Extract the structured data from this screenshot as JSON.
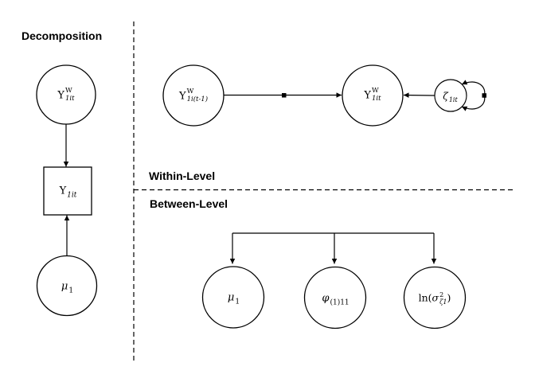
{
  "colors": {
    "ink": "#000000",
    "background": "#ffffff"
  },
  "titles": {
    "decomposition": "Decomposition",
    "within": "Within-Level",
    "between": "Between-Level"
  },
  "nodes": {
    "decomp_y_within": {
      "base": "Y",
      "sup": "W",
      "sub": "1it"
    },
    "decomp_y_obs": {
      "base": "Y",
      "sub": "1it"
    },
    "decomp_mu": {
      "base": "μ",
      "sub": "1"
    },
    "within_y_lag": {
      "base": "Y",
      "sup": "W",
      "sub": "1i(t-1)"
    },
    "within_y": {
      "base": "Y",
      "sup": "W",
      "sub": "1it"
    },
    "within_zeta": {
      "base": "ζ",
      "sub": "1it"
    },
    "between_mu": {
      "base": "μ",
      "sub": "1"
    },
    "between_phi": {
      "base": "φ",
      "sub": "(1)11"
    },
    "between_lnsigma": {
      "pre": "ln(",
      "base": "σ",
      "sup": "2",
      "sub": "ζ1",
      "post": ")"
    }
  }
}
